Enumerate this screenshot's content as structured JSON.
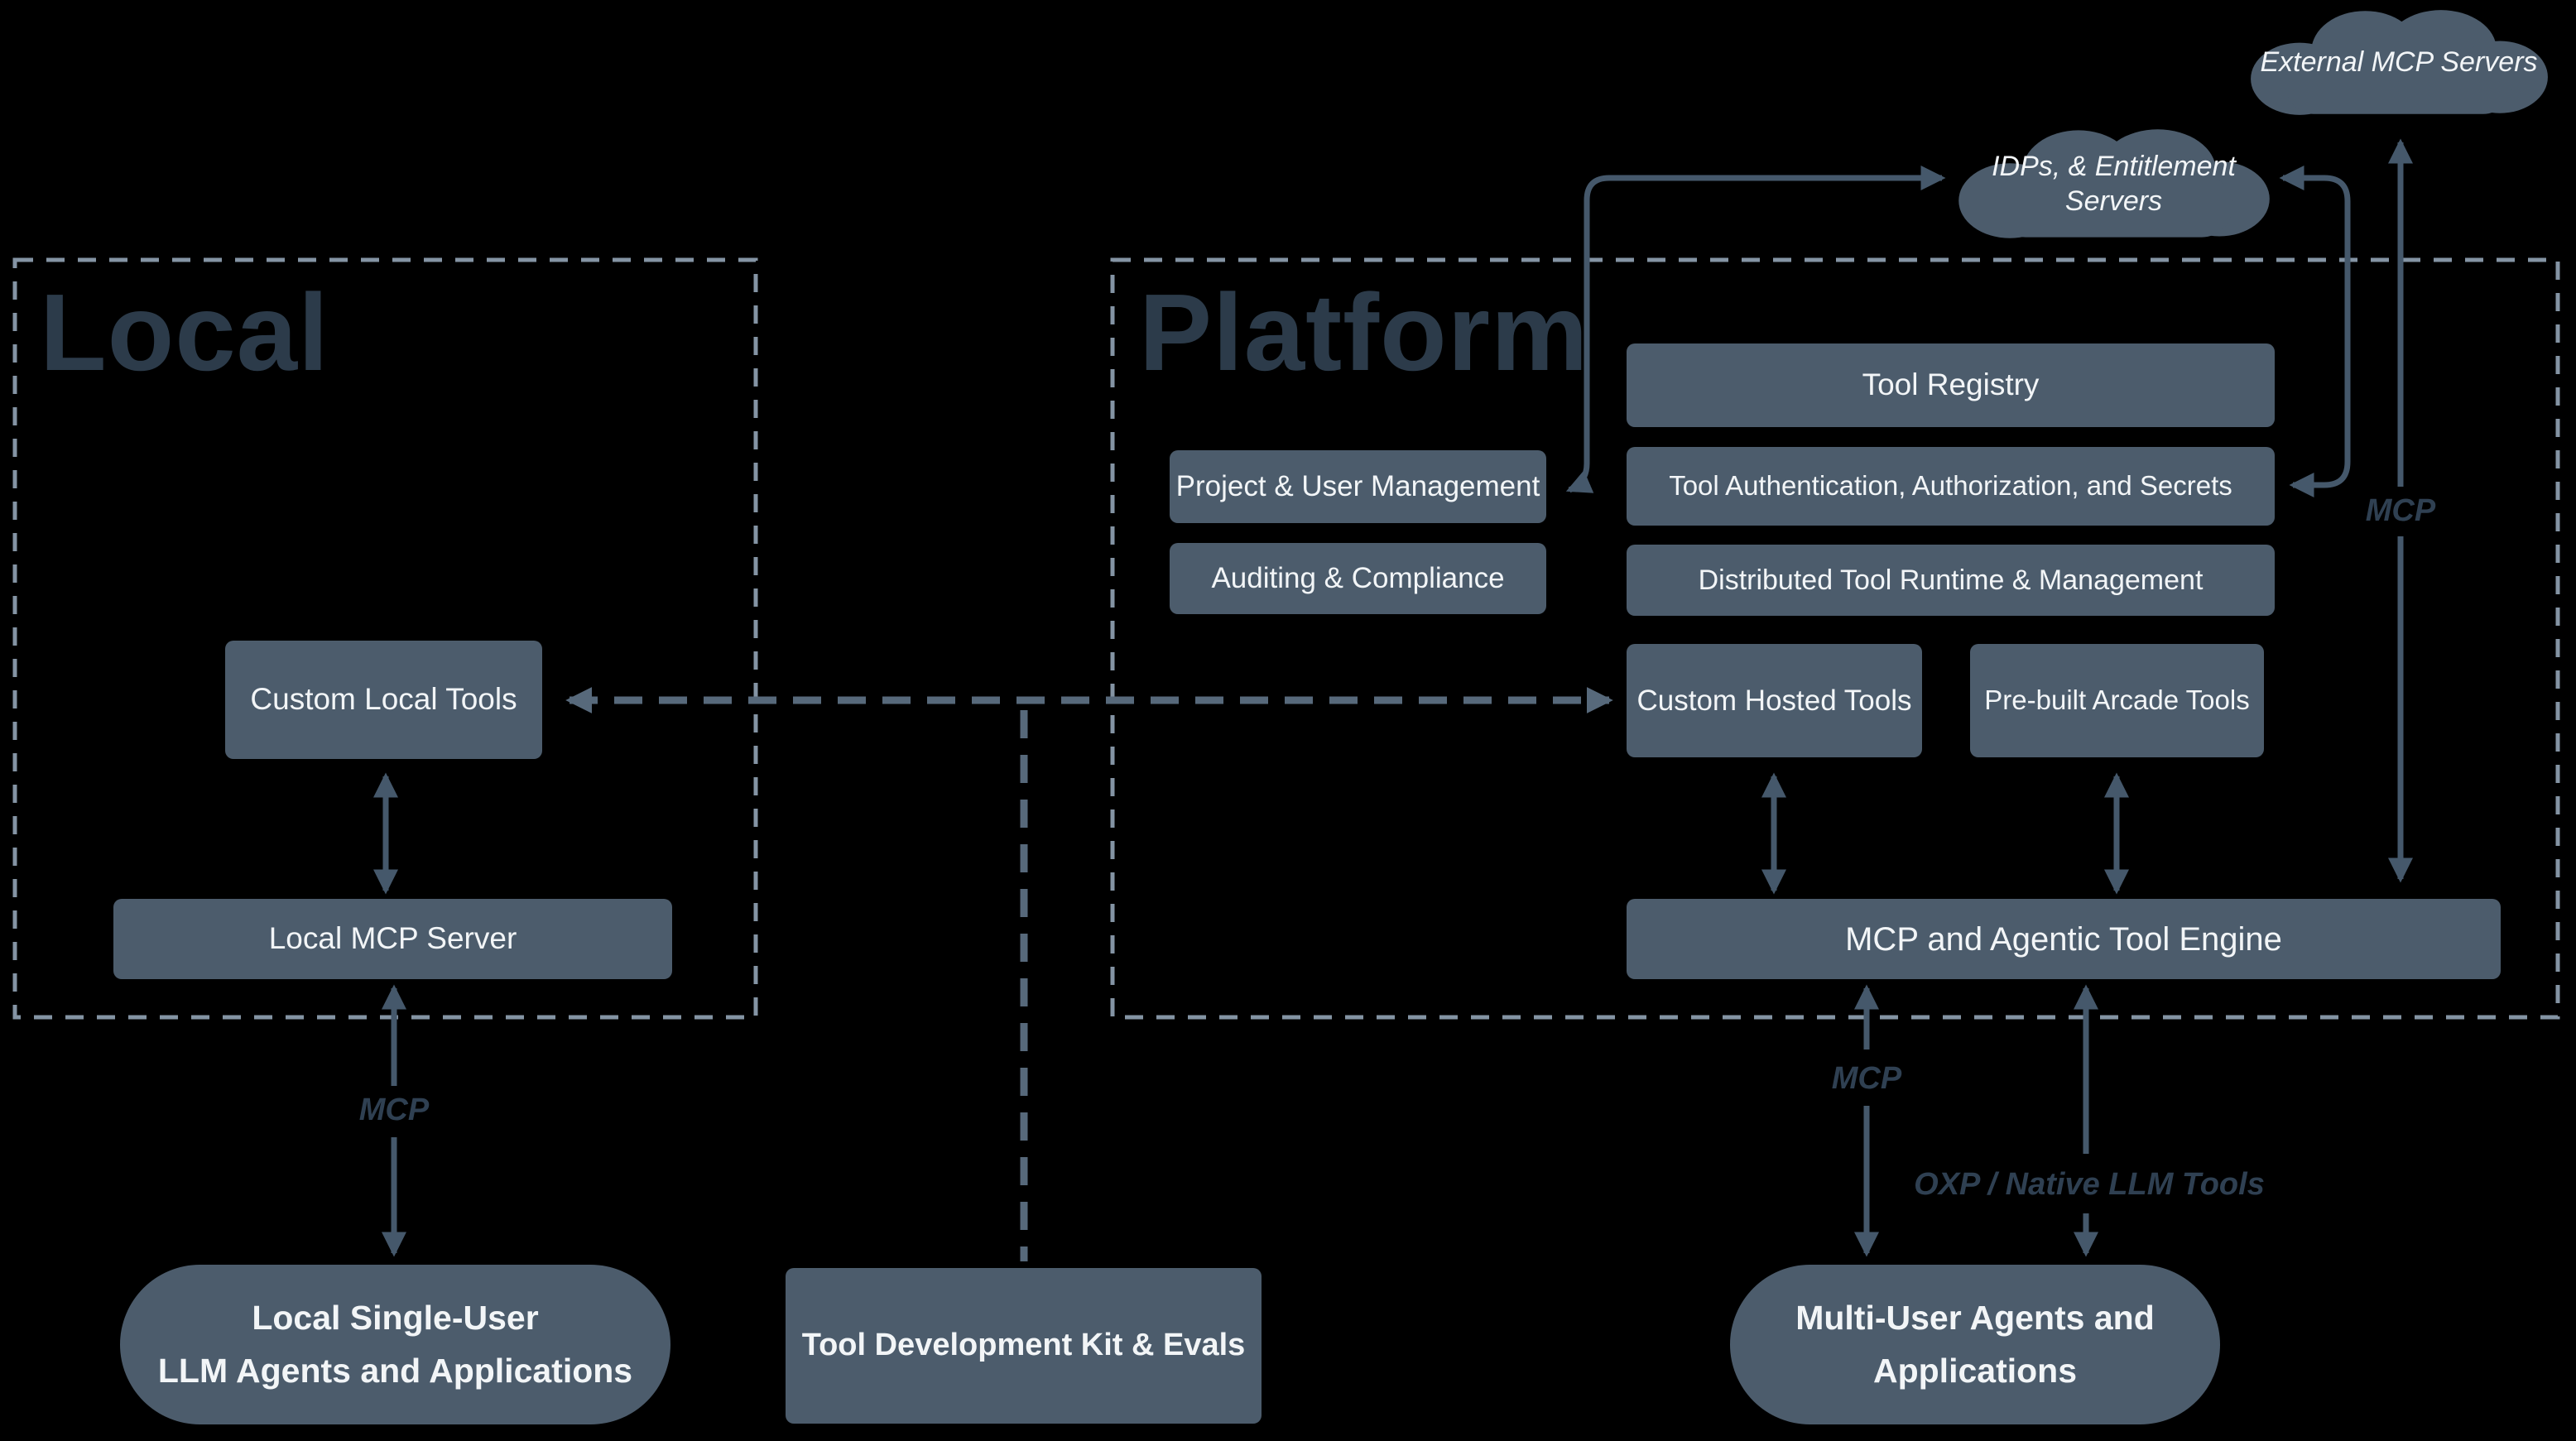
{
  "sections": {
    "local": {
      "title": "Local"
    },
    "platform": {
      "title": "Platform"
    }
  },
  "clouds": {
    "external_mcp": {
      "label": "External MCP Servers"
    },
    "idps": {
      "line1": "IDPs, & Entitlement",
      "line2": "Servers"
    }
  },
  "boxes": {
    "custom_local_tools": "Custom Local Tools",
    "local_mcp_server": "Local MCP Server",
    "tool_registry": "Tool Registry",
    "project_user_management": "Project & User Management",
    "tool_auth": "Tool Authentication, Authorization, and Secrets",
    "auditing_compliance": "Auditing & Compliance",
    "distributed_runtime": "Distributed Tool Runtime & Management",
    "custom_hosted_tools": "Custom Hosted Tools",
    "prebuilt_arcade_tools": "Pre-built Arcade Tools",
    "mcp_engine": "MCP and Agentic Tool Engine",
    "tool_dev_kit": "Tool Development Kit & Evals"
  },
  "pills": {
    "local_single_user": {
      "line1": "Local Single-User",
      "line2": "LLM Agents and Applications"
    },
    "multi_user": {
      "line1": "Multi-User Agents and",
      "line2": "Applications"
    }
  },
  "edge_labels": {
    "mcp_local": "MCP",
    "mcp_engine": "MCP",
    "oxp_native": "OXP / Native LLM Tools",
    "mcp_external": "MCP"
  },
  "colors": {
    "background": "#000000",
    "node_fill": "#4c5c6c",
    "node_text": "#f2f5f7",
    "section_title": "#2c3b4a",
    "solid_arrow": "#45586b",
    "dashed_arrow": "#57697b",
    "dashed_border": "#8494a4",
    "edge_label_text": "#2f4052"
  }
}
